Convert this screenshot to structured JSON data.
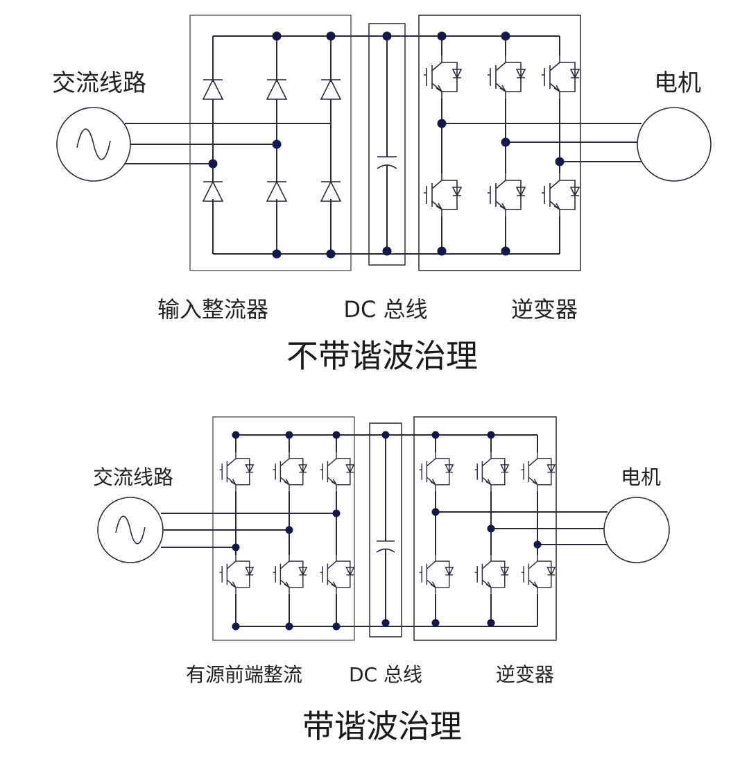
{
  "colors": {
    "wire": "#2a2a3a",
    "node": "#14174a",
    "text": "#222222",
    "background": "#ffffff"
  },
  "top": {
    "ac_label": "交流线路",
    "motor_label": "电机",
    "rectifier_label": "输入整流器",
    "dc_bus_label": "DC 总线",
    "inverter_label": "逆变器",
    "title": "不带谐波治理"
  },
  "bottom": {
    "ac_label": "交流线路",
    "motor_label": "电机",
    "rectifier_label": "有源前端整流",
    "dc_bus_label": "DC 总线",
    "inverter_label": "逆变器",
    "title": "带谐波治理"
  },
  "icons": [
    "ac-source-icon",
    "diode-icon",
    "igbt-icon",
    "capacitor-icon",
    "motor-icon"
  ]
}
